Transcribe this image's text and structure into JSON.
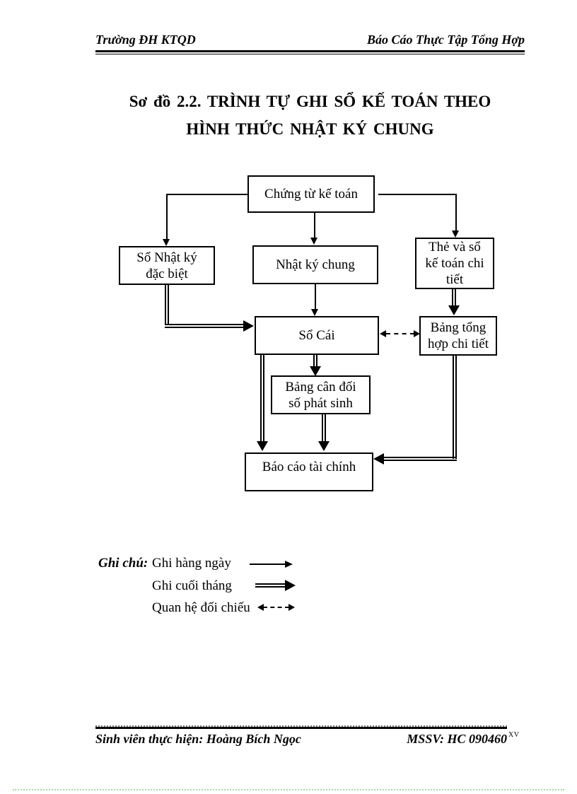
{
  "header": {
    "left": "Trường ĐH KTQD",
    "right": "Báo Cáo Thực Tập Tổng Hợp"
  },
  "title": {
    "line1": "Sơ đồ 2.2. TRÌNH TỰ GHI SỔ KẾ TOÁN THEO",
    "line2": "HÌNH THỨC NHẬT KÝ CHUNG"
  },
  "flowchart": {
    "boxes": [
      {
        "id": "chung-tu-ke-toan",
        "lines": [
          "Chứng từ kế toán"
        ]
      },
      {
        "id": "so-nhat-ky-dac-biet",
        "lines": [
          "Sổ Nhật ký",
          "đặc biệt"
        ]
      },
      {
        "id": "nhat-ky-chung",
        "lines": [
          "Nhật ký chung"
        ]
      },
      {
        "id": "the-va-so-ke-toan-chi-tiet",
        "lines": [
          "Thẻ và sổ",
          "kế toán chi",
          "tiết"
        ]
      },
      {
        "id": "so-cai",
        "lines": [
          "Sổ Cái"
        ]
      },
      {
        "id": "bang-tong-hop-chi-tiet",
        "lines": [
          "Bảng tổng",
          "hợp chi tiết"
        ]
      },
      {
        "id": "bang-can-doi-so-phat-sinh",
        "lines": [
          "Bảng cân đối",
          "số phát sinh"
        ]
      },
      {
        "id": "bao-cao-tai-chinh",
        "lines": [
          "Báo cáo tài chính"
        ]
      }
    ],
    "edges": [
      {
        "from": "chung-tu-ke-toan",
        "to": "so-nhat-ky-dac-biet",
        "style": "ghi-hang-ngay"
      },
      {
        "from": "chung-tu-ke-toan",
        "to": "nhat-ky-chung",
        "style": "ghi-hang-ngay"
      },
      {
        "from": "chung-tu-ke-toan",
        "to": "the-va-so-ke-toan-chi-tiet",
        "style": "ghi-hang-ngay"
      },
      {
        "from": "so-nhat-ky-dac-biet",
        "to": "so-cai",
        "style": "ghi-cuoi-thang"
      },
      {
        "from": "nhat-ky-chung",
        "to": "so-cai",
        "style": "ghi-hang-ngay"
      },
      {
        "from": "the-va-so-ke-toan-chi-tiet",
        "to": "bang-tong-hop-chi-tiet",
        "style": "ghi-cuoi-thang"
      },
      {
        "from": "so-cai",
        "to": "bang-tong-hop-chi-tiet",
        "style": "quan-he-doi-chieu",
        "bidirectional": true
      },
      {
        "from": "so-cai",
        "to": "bang-can-doi-so-phat-sinh",
        "style": "ghi-cuoi-thang"
      },
      {
        "from": "so-cai",
        "to": "bao-cao-tai-chinh",
        "style": "ghi-cuoi-thang"
      },
      {
        "from": "bang-can-doi-so-phat-sinh",
        "to": "bao-cao-tai-chinh",
        "style": "ghi-cuoi-thang"
      },
      {
        "from": "bang-tong-hop-chi-tiet",
        "to": "bao-cao-tai-chinh",
        "style": "ghi-cuoi-thang"
      }
    ],
    "legend": {
      "label": "Ghi chú:",
      "items": [
        {
          "text": "Ghi hàng ngày",
          "style": "single-arrow"
        },
        {
          "text": "Ghi cuối tháng",
          "style": "double-line-arrow"
        },
        {
          "text": "Quan hệ đối chiếu",
          "style": "dashed-double-headed-arrow"
        }
      ]
    }
  },
  "footer": {
    "left": "Sinh viên thực hiện: Hoàng Bích Ngọc",
    "right": "MSSV: HC 090460",
    "page_number": "xv"
  },
  "colors": {
    "ink": "#000000",
    "page_edge_dots": "#a8d8a8"
  }
}
